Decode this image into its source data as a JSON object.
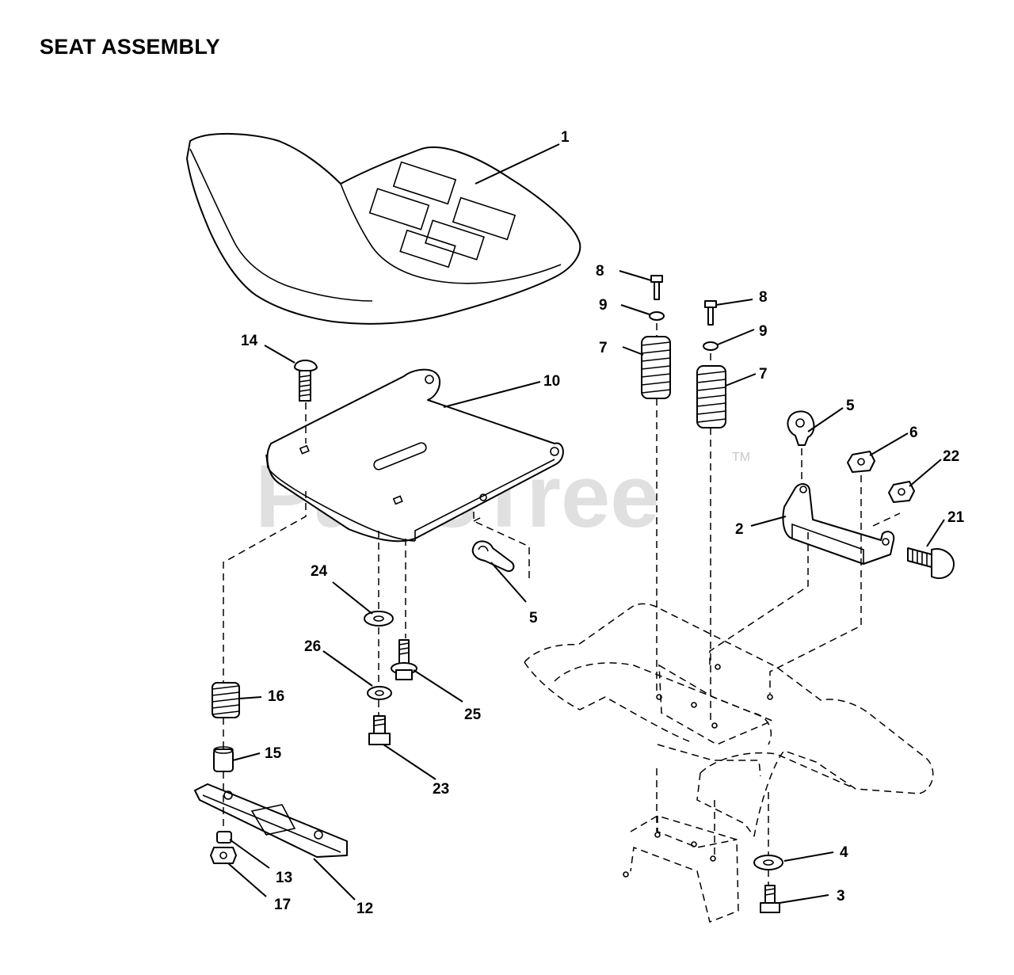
{
  "title": "SEAT ASSEMBLY",
  "watermark": {
    "text": "PartsTree",
    "trademark": "TM"
  },
  "callouts": {
    "c1": "1",
    "c2": "2",
    "c3": "3",
    "c4": "4",
    "c5a": "5",
    "c5b": "5",
    "c6": "6",
    "c7a": "7",
    "c7b": "7",
    "c8a": "8",
    "c8b": "8",
    "c9a": "9",
    "c9b": "9",
    "c10": "10",
    "c12": "12",
    "c13": "13",
    "c14": "14",
    "c15": "15",
    "c16": "16",
    "c17": "17",
    "c21": "21",
    "c22": "22",
    "c23": "23",
    "c24": "24",
    "c25": "25",
    "c26": "26"
  }
}
